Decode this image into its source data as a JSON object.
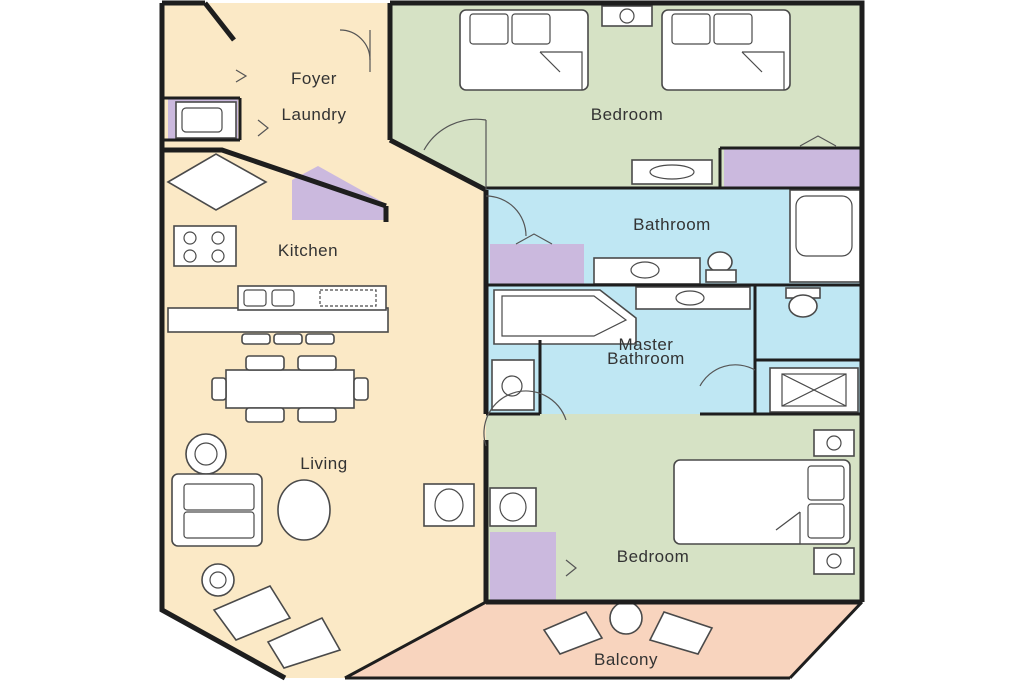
{
  "rooms": {
    "foyer": "Foyer",
    "laundry": "Laundry",
    "kitchen": "Kitchen",
    "living": "Living",
    "bedroom_top": "Bedroom",
    "bathroom": "Bathroom",
    "master_bathroom_line1": "Master",
    "master_bathroom_line2": "Bathroom",
    "bedroom_bottom": "Bedroom",
    "balcony": "Balcony"
  },
  "colors": {
    "living_area": "#FBE9C6",
    "bedroom": "#D6E2C5",
    "bathroom": "#BFE7F3",
    "closet": "#CBB9DE",
    "balcony": "#F8D4BE",
    "walls": "#1E1E1E"
  },
  "icons": {
    "bed": "bed-icon",
    "lamp": "lamp-icon",
    "sink": "sink-icon",
    "toilet": "toilet-icon",
    "tub": "bathtub-icon",
    "shower": "shower-icon",
    "stove": "stove-icon",
    "sofa": "sofa-icon",
    "chair": "armchair-icon",
    "table": "dining-table-icon"
  }
}
